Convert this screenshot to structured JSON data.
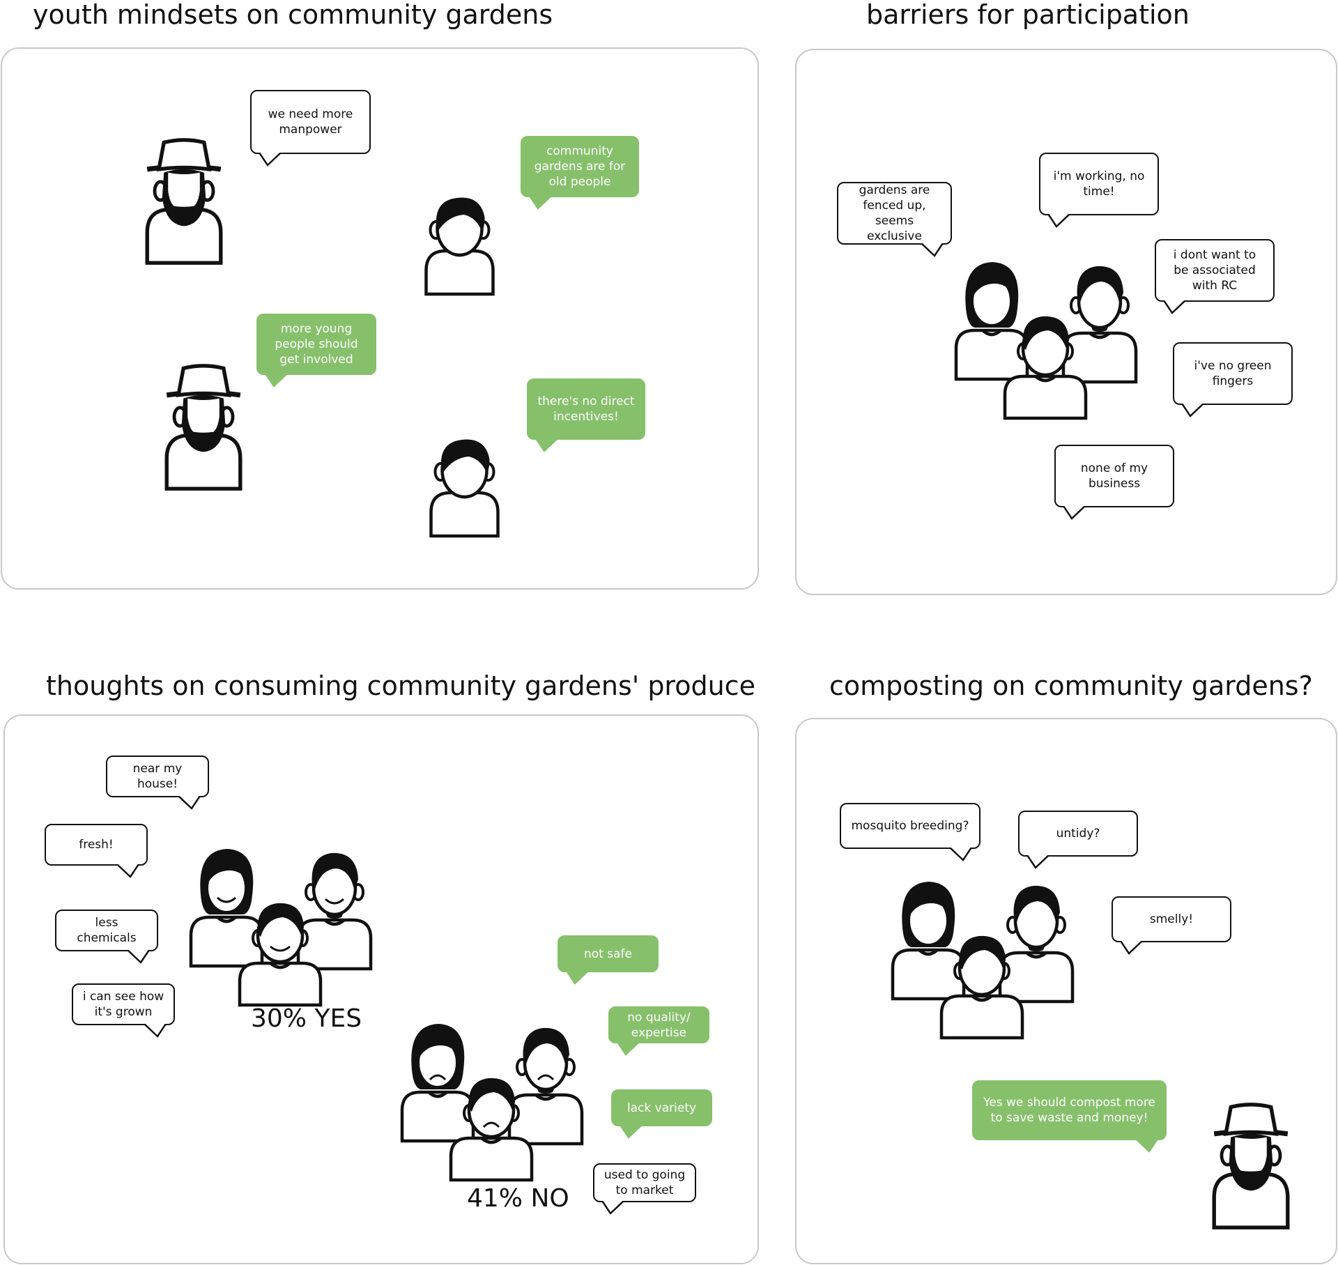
{
  "panels": {
    "youth": {
      "title": "youth mindsets on community gardens",
      "quotes": [
        "we need more manpower",
        "community gardens are for old people",
        "more young people should get involved",
        "there's no direct incentives!"
      ]
    },
    "barriers": {
      "title": "barriers for participation",
      "quotes": [
        "gardens are fenced up, seems exclusive",
        "i'm working, no time!",
        "i dont want to be associated with RC",
        "i've no green fingers",
        "none of my business"
      ]
    },
    "consuming": {
      "title": "thoughts on consuming community gardens' produce",
      "yes_quotes": [
        "near my house!",
        "fresh!",
        "less chemicals",
        "i can see how it's grown"
      ],
      "no_quotes": [
        "not safe",
        "no quality/ expertise",
        "lack variety",
        "used to going to market"
      ],
      "yes_label": "30% YES",
      "no_label": "41% NO"
    },
    "composting": {
      "title": "composting on community gardens?",
      "quotes": [
        "mosquito breeding?",
        "untidy?",
        "smelly!",
        "Yes we should compost more to save waste and money!"
      ]
    }
  },
  "colors": {
    "speech_green": "#87c06b",
    "outline": "#111111",
    "panel_border": "#c8c8c8"
  }
}
